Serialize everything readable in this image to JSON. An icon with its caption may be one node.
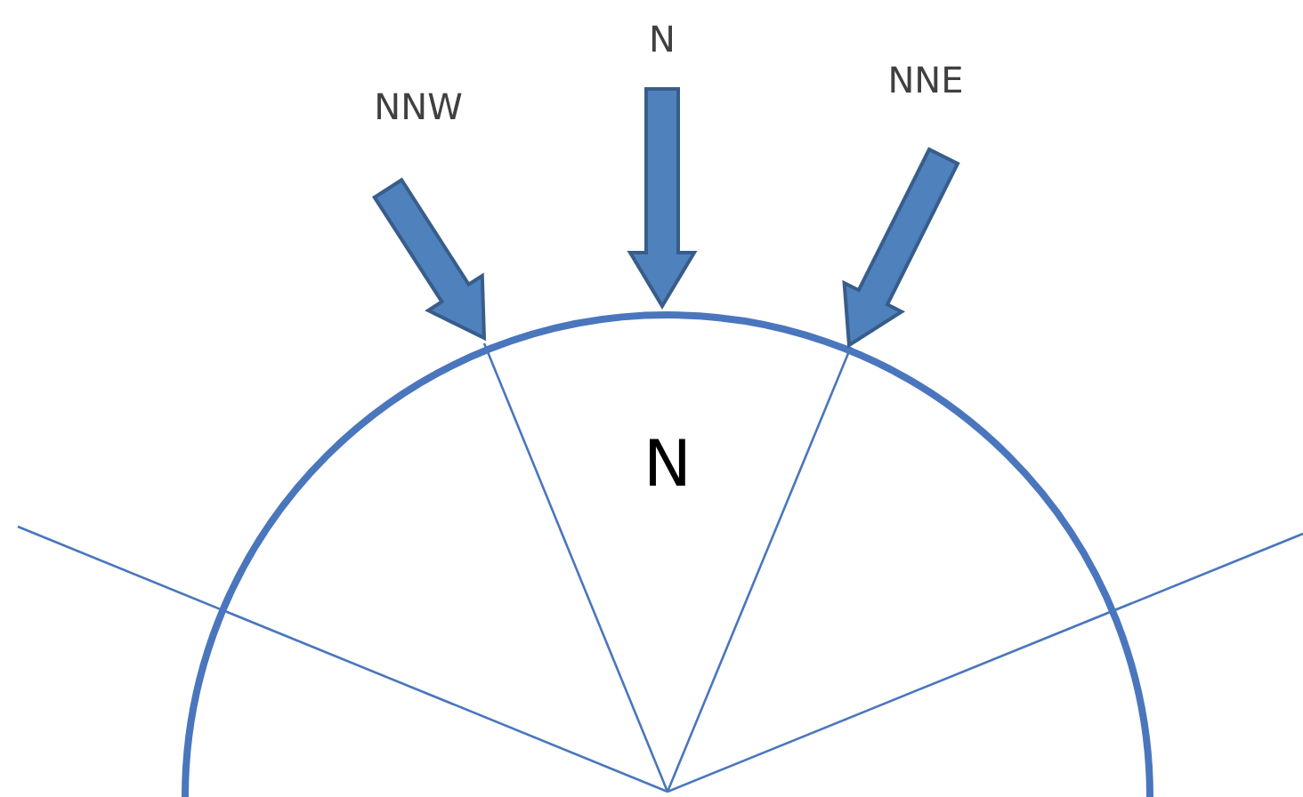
{
  "diagram": {
    "labels": [
      "NNW",
      "N",
      "NNE",
      "N"
    ]
  }
}
